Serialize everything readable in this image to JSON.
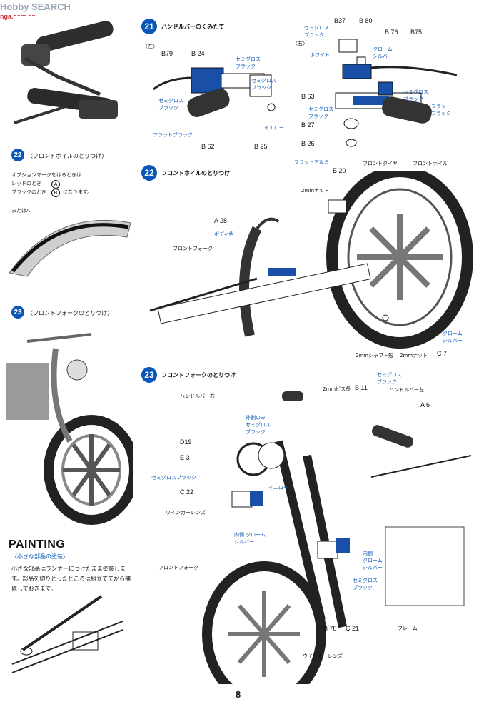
{
  "header": {
    "logo_text": "Hobby SEARCH",
    "logo_sub": "nga.com.cn"
  },
  "steps": {
    "s21": {
      "number": "21",
      "title": "ハンドルバーのくみたて",
      "left_label": "〈左〉",
      "right_label": "〈右〉"
    },
    "s22": {
      "number": "22",
      "title": "フロントホイルのとりつけ"
    },
    "s23": {
      "number": "23",
      "title": "フロントフォークのとりつけ"
    }
  },
  "left_col": {
    "s22": {
      "number": "22",
      "title": "〈フロントホイルのとりつけ〉",
      "note": [
        "オプションマークをはるときは",
        "レッドのとき",
        "ブラックのとき",
        "になります。",
        "またはA"
      ],
      "mark_a": "A",
      "mark_b": "B"
    },
    "s23": {
      "number": "23",
      "title": "〈フロントフォークのとりつけ〉"
    }
  },
  "painting": {
    "title": "PAINTING",
    "subtitle": "〈小さな部品の塗装〉",
    "text": "小さな部品はランナーにつけたまま塗装します。部品を切りとったところは組立ててから補修しておきます。"
  },
  "parts21": {
    "b79": "B79",
    "b24": "B 24",
    "b62": "B 62",
    "b25": "B 25",
    "b37": "B37",
    "b80": "B 80",
    "b76": "B 76",
    "b75": "B75",
    "b63": "B 63",
    "b27": "B 27",
    "b26": "B 26",
    "semigloss": "セミグロス\nブラック",
    "flat": "フラットブラック",
    "yellow": "イエロー",
    "white": "ホワイト",
    "chrome": "クローム\nシルバー",
    "flatblack2": "フラット\nブラック"
  },
  "parts22": {
    "b20": "B 20",
    "a28": "A 28",
    "c7": "C 7",
    "flat_al": "フラットアルミ",
    "front_tire": "フロントタイヤ",
    "front_wheel": "フロントホイル",
    "nut2": "2mmナット",
    "body_color": "ボディ色",
    "front_fork": "フロントフォーク",
    "chrome": "クローム\nシルバー",
    "shaft": "2mmシャフト短",
    "nut2b": "2mmナット"
  },
  "parts23": {
    "handle_right": "ハンドルバー右",
    "screw": "2mmビス長",
    "b11": "B 11",
    "semigloss": "セミグロス\nブラック",
    "handle_left": "ハンドルバー左",
    "a6": "A 6",
    "outer_only": "外側のみ\nセミグロス\nブラック",
    "d19": "D19",
    "e3": "E 3",
    "semigloss2": "セミグロスブラック",
    "c22": "C 22",
    "yellow": "イエロー",
    "winker": "ウインカーレンズ",
    "inner_chrome": "内側 クローム\nシルバー",
    "inner_chrome2": "内側\nクローム\nシルバー",
    "semigloss3": "セミグロス\nブラック",
    "front_fork": "フロントフォーク",
    "b78": "B 78",
    "c21": "C 21",
    "frame": "フレーム",
    "winker2": "ウインカーレンズ"
  },
  "page_number": "8"
}
